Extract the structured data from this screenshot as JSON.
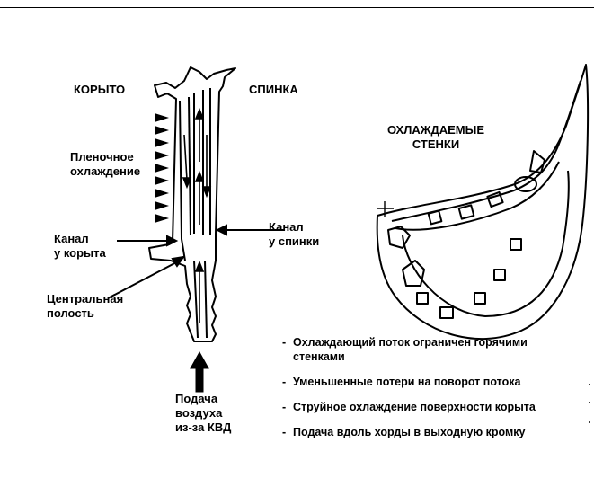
{
  "labels": {
    "trough": "КОРЫТО",
    "back": "СПИНКА",
    "film_cooling": "Пленочное\nохлаждение",
    "trough_channel": "Канал\nу корыта",
    "back_channel": "Канал\nу спинки",
    "central_cavity": "Центральная\nполость",
    "air_supply": "Подача\nвоздуха\nиз-за КВД",
    "cooled_walls": "ОХЛАЖДАЕМЫЕ\nСТЕНКИ"
  },
  "bullets": [
    "Охлаждающий поток ограничен горячими\nстенками",
    "Уменьшенные потери на поворот потока",
    "Струйное охлаждение поверхности корыта",
    "Подача вдоль хорды в выходную кромку"
  ],
  "colors": {
    "ink": "#000000",
    "paper": "#ffffff"
  }
}
